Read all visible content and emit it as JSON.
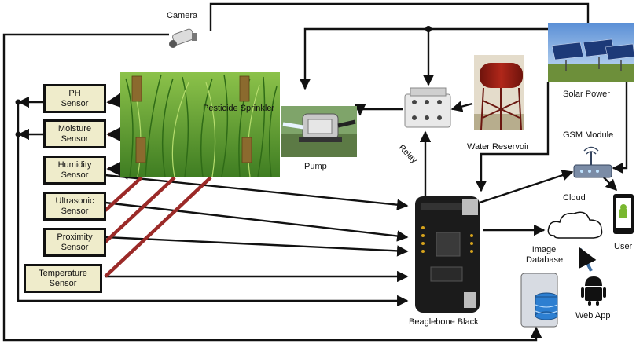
{
  "diagram": {
    "camera": "Camera",
    "pesticide_sprinkler": "Pesticide Sprinkler",
    "pump": "Pump",
    "relay": "Relay",
    "water_reservoir": "Water Reservoir",
    "solar_power": "Solar Power",
    "gsm_module": "GSM Module",
    "cloud": "Cloud",
    "image_database_line1": "Image",
    "image_database_line2": "Database",
    "user": "User",
    "web_app": "Web App",
    "beaglebone": "Beaglebone Black",
    "sensors": [
      {
        "line1": "PH",
        "line2": "Sensor"
      },
      {
        "line1": "Moisture",
        "line2": "Sensor"
      },
      {
        "line1": "Humidity",
        "line2": "Sensor"
      },
      {
        "line1": "Ultrasonic",
        "line2": "Sensor"
      },
      {
        "line1": "Proximity",
        "line2": "Sensor"
      },
      {
        "line1": "Temperature",
        "line2": "Sensor"
      }
    ]
  },
  "colors": {
    "sensor_fill": "#efeccb",
    "wire_red": "#9b2a28",
    "field_green": "#6fa83a",
    "reservoir_red": "#8e1a12",
    "board_black": "#1b1b1b"
  },
  "icons": [
    "camera-icon",
    "rice-field-image",
    "pump-image",
    "relay-icon",
    "water-tank-icon",
    "solar-panel-image",
    "gsm-module-icon",
    "cloud-icon",
    "smartphone-icon",
    "android-icon",
    "database-icon",
    "beaglebone-board-icon"
  ]
}
